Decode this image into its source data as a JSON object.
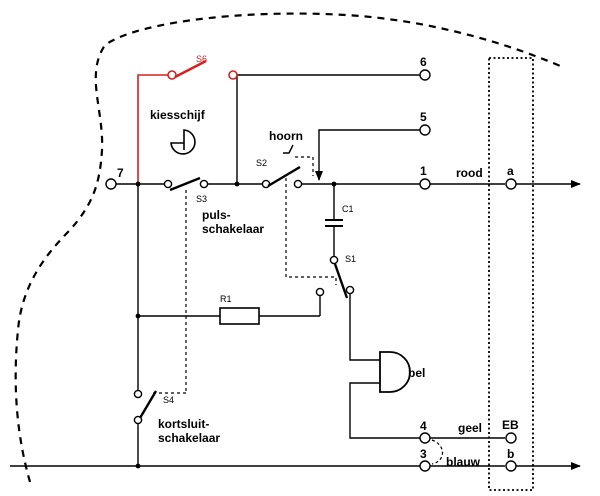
{
  "labels": {
    "kiesschijf": "kiesschijf",
    "hoorn": "hoorn",
    "puls_1": "puls-",
    "puls_2": "schakelaar",
    "kortsluit_1": "kortsluit-",
    "kortsluit_2": "schakelaar",
    "bel": "bel",
    "rood": "rood",
    "geel": "geel",
    "blauw": "blauw",
    "c1": "C1",
    "r1": "R1",
    "s1": "S1",
    "s2": "S2",
    "s3": "S3",
    "s4": "S4",
    "s6": "S6"
  },
  "terminals": {
    "t1": "1",
    "t3": "3",
    "t4": "4",
    "t5": "5",
    "t6": "6",
    "t7": "7",
    "ta": "a",
    "tb": "b",
    "teb": "EB"
  },
  "colors": {
    "wire": "#000000",
    "s6_branch": "#d42020"
  }
}
